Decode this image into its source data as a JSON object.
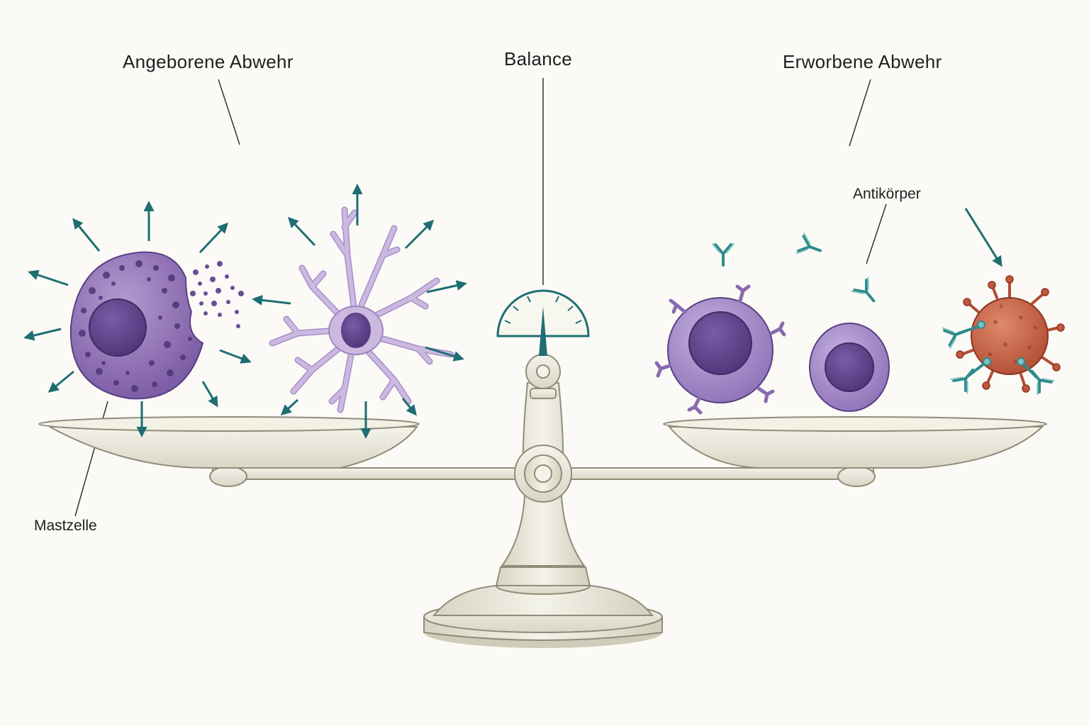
{
  "labels": {
    "innate": "Angeborene Abwehr",
    "balance": "Balance",
    "acquired": "Erworbene Abwehr",
    "antibodies": "Antikörper",
    "mast_cell": "Mastzelle"
  },
  "colors": {
    "background": "#fbfaf6",
    "cell_purple": "#8a6ab0",
    "cell_nucleus": "#5b3f86",
    "dendritic": "#c8b3dc",
    "antibody_teal": "#2e8b8b",
    "arrow_teal": "#1e6e72",
    "virus_red": "#c0583d",
    "scale_ivory": "#ecebdf",
    "scale_outline": "#8f8c78"
  },
  "icons": {
    "scale": "balance-scale-icon",
    "gauge": "gauge-icon",
    "mast_cell": "mast-cell-icon",
    "dendritic_cell": "dendritic-cell-icon",
    "t_cell": "t-cell-icon",
    "b_cell": "b-cell-icon",
    "virus": "virus-icon",
    "antibody": "antibody-icon"
  }
}
